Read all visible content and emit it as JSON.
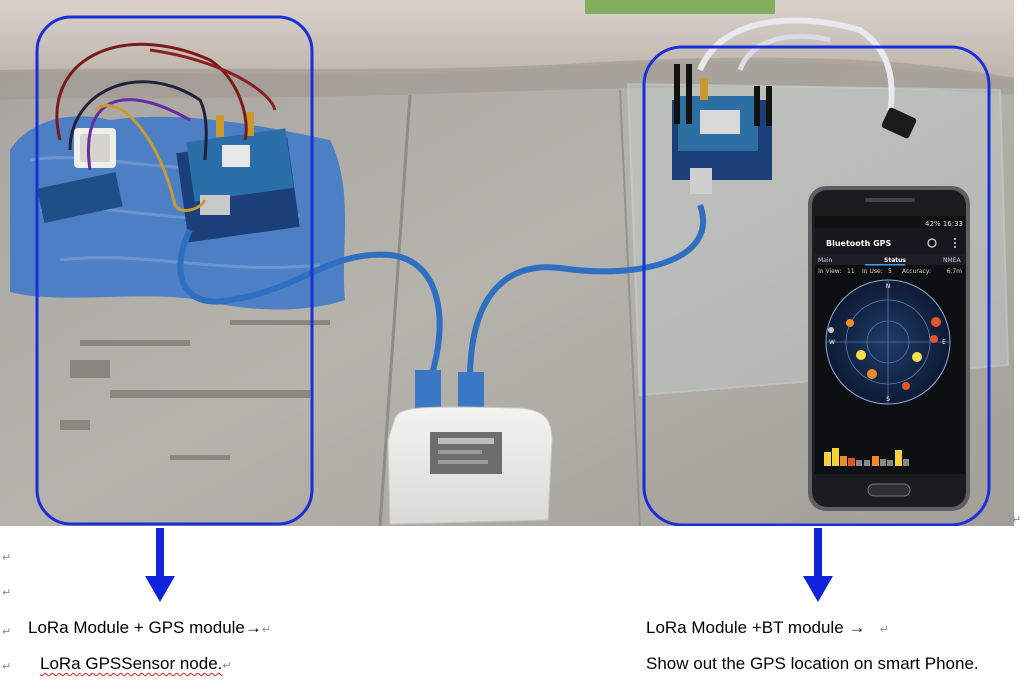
{
  "phone_screen": {
    "status_bar": "42% 16:33",
    "app_title": "Bluetooth GPS",
    "tabs": [
      "Main",
      "Status",
      "NMEA"
    ],
    "in_view_label": "In View:",
    "in_view_value": "11",
    "in_use_label": "In Use:",
    "in_use_value": "5",
    "accuracy_label": "Accuracy:",
    "accuracy_value": "6.7m",
    "compass": [
      "N",
      "E",
      "S",
      "W"
    ]
  },
  "captions": {
    "left_line1": "LoRa Module + GPS module",
    "left_line2_a": "LoRa",
    "left_line2_b": " GPSSensor node.",
    "right_line1": "LoRa Module +BT module ",
    "right_line2": "Show out the GPS location on smart Phone."
  },
  "glyphs": {
    "arrow": "→",
    "paragraph_mark": "↵"
  },
  "colors": {
    "highlight_box": "#1a2fd6",
    "pointer_arrow": "#1122dd"
  }
}
